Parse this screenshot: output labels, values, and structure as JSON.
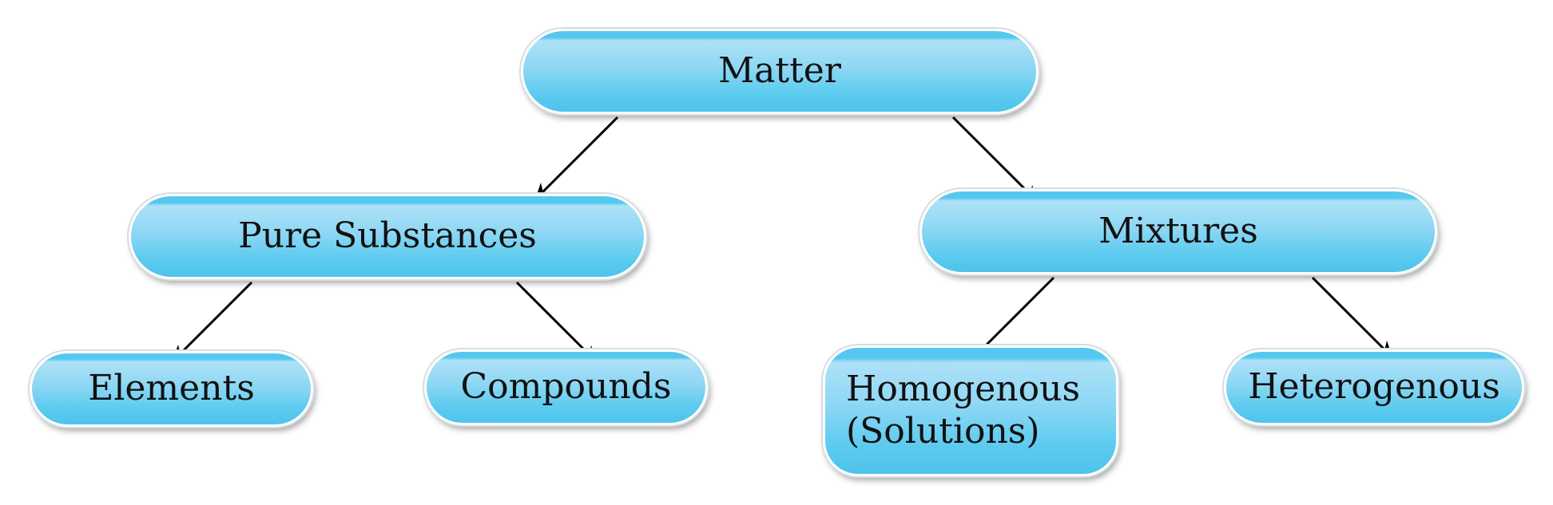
{
  "diagram": {
    "nodes": {
      "matter": "Matter",
      "pure_substances": "Pure Substances",
      "mixtures": "Mixtures",
      "elements": "Elements",
      "compounds": "Compounds",
      "homogenous": "Homogenous\n(Solutions)",
      "heterogenous": "Heterogenous"
    },
    "colors": {
      "node_fill": "#8ed7f4",
      "node_band": "#54c8ee",
      "node_border": "#ffffff",
      "arrow": "#000000",
      "text": "#111111"
    }
  }
}
